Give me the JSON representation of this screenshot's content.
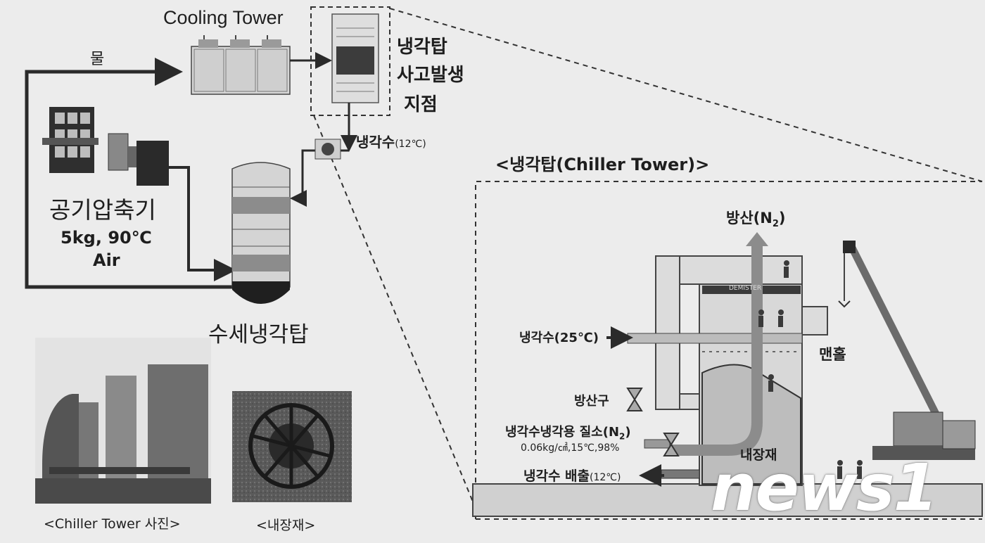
{
  "left": {
    "cooling_tower_label": "Cooling Tower",
    "water_label": "물",
    "incident_label_1": "냉각탑",
    "incident_label_2": "사고발생",
    "incident_label_3": "지점",
    "chilled_water_label": "냉각수",
    "chilled_water_temp": "(12℃)",
    "compressor_label": "공기압축기",
    "compressor_spec_1": "5kg, 90℃",
    "compressor_spec_2": "Air",
    "scrubber_label": "수세냉각탑",
    "photo_caption": "<Chiller Tower 사진>",
    "packing_caption": "<내장재>"
  },
  "detail": {
    "title": "<냉각탑(Chiller Tower)>",
    "vent_label": "방산(N",
    "vent_sub": "2",
    "vent_close": ")",
    "demister_label": "DEMISTER",
    "cooling_water_in": "냉각수(25℃)",
    "manhole_label": "맨홀",
    "vent_port_label": "방산구",
    "nitrogen_label": "냉각수냉각용 질소(N",
    "nitrogen_sub": "2",
    "nitrogen_close": ")",
    "nitrogen_spec": "0.06kg/㎠,15℃,98%",
    "packing_label": "내장재",
    "discharge_label": "냉각수 배출",
    "discharge_temp": "(12℃)"
  },
  "watermark": "news1",
  "colors": {
    "background": "#ececec",
    "equipment": "#d4d4d4",
    "dark": "#2a2a2a",
    "crane": "#6b6b6b"
  }
}
